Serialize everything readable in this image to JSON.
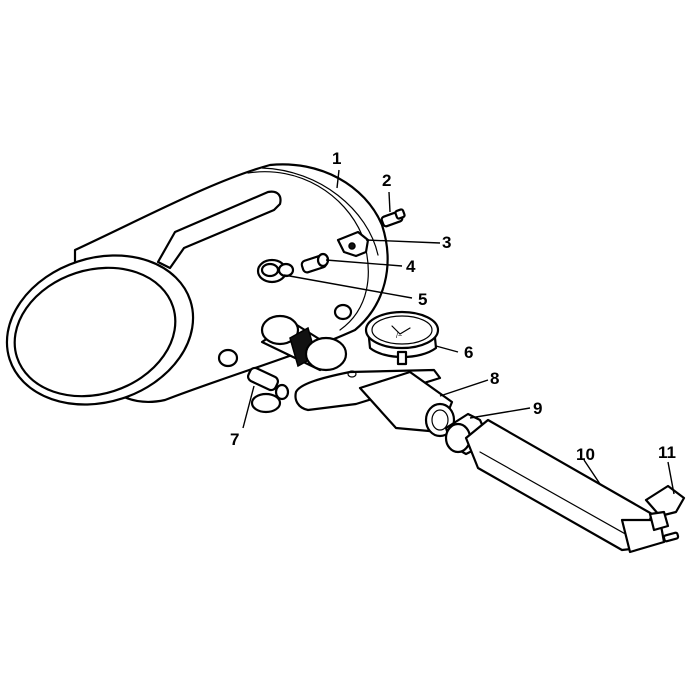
{
  "callouts": [
    {
      "id": 1,
      "label": "1"
    },
    {
      "id": 2,
      "label": "2"
    },
    {
      "id": 3,
      "label": "3"
    },
    {
      "id": 4,
      "label": "4"
    },
    {
      "id": 5,
      "label": "5"
    },
    {
      "id": 6,
      "label": "6"
    },
    {
      "id": 7,
      "label": "7"
    },
    {
      "id": 8,
      "label": "8"
    },
    {
      "id": 9,
      "label": "9"
    },
    {
      "id": 10,
      "label": "10"
    },
    {
      "id": 11,
      "label": "11"
    }
  ],
  "colors": {
    "line": "#000000",
    "background": "#ffffff"
  }
}
